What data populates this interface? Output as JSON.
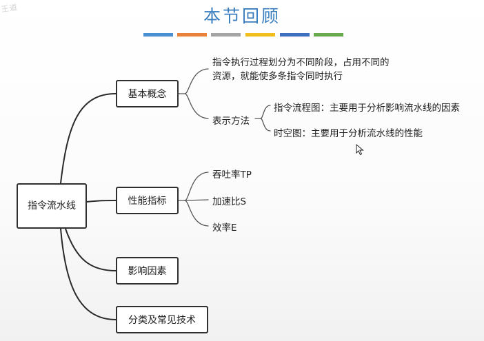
{
  "header": {
    "title": "本节回顾",
    "color_bars": [
      "#4a8fd1",
      "#e8823a",
      "#a4a4a4",
      "#f2be1e",
      "#3d6fbe",
      "#6aa84f"
    ]
  },
  "mindmap": {
    "root": {
      "line1": "指令",
      "line2": "流水线"
    },
    "branches": [
      {
        "label": "基本概念",
        "description": {
          "line1": "指令执行过程划分为不同阶段，占用不同的",
          "line2": "资源，就能使多条指令同时执行"
        },
        "method": {
          "label": "表示方法",
          "children": [
            "指令流程图：主要用于分析影响流水线的因素",
            "时空图：主要用于分析流水线的性能"
          ]
        }
      },
      {
        "label": "性能指标",
        "children": [
          "吞吐率TP",
          "加速比S",
          "效率E"
        ]
      },
      {
        "label": "影响因素"
      },
      {
        "label": "分类及常见技术"
      }
    ]
  }
}
